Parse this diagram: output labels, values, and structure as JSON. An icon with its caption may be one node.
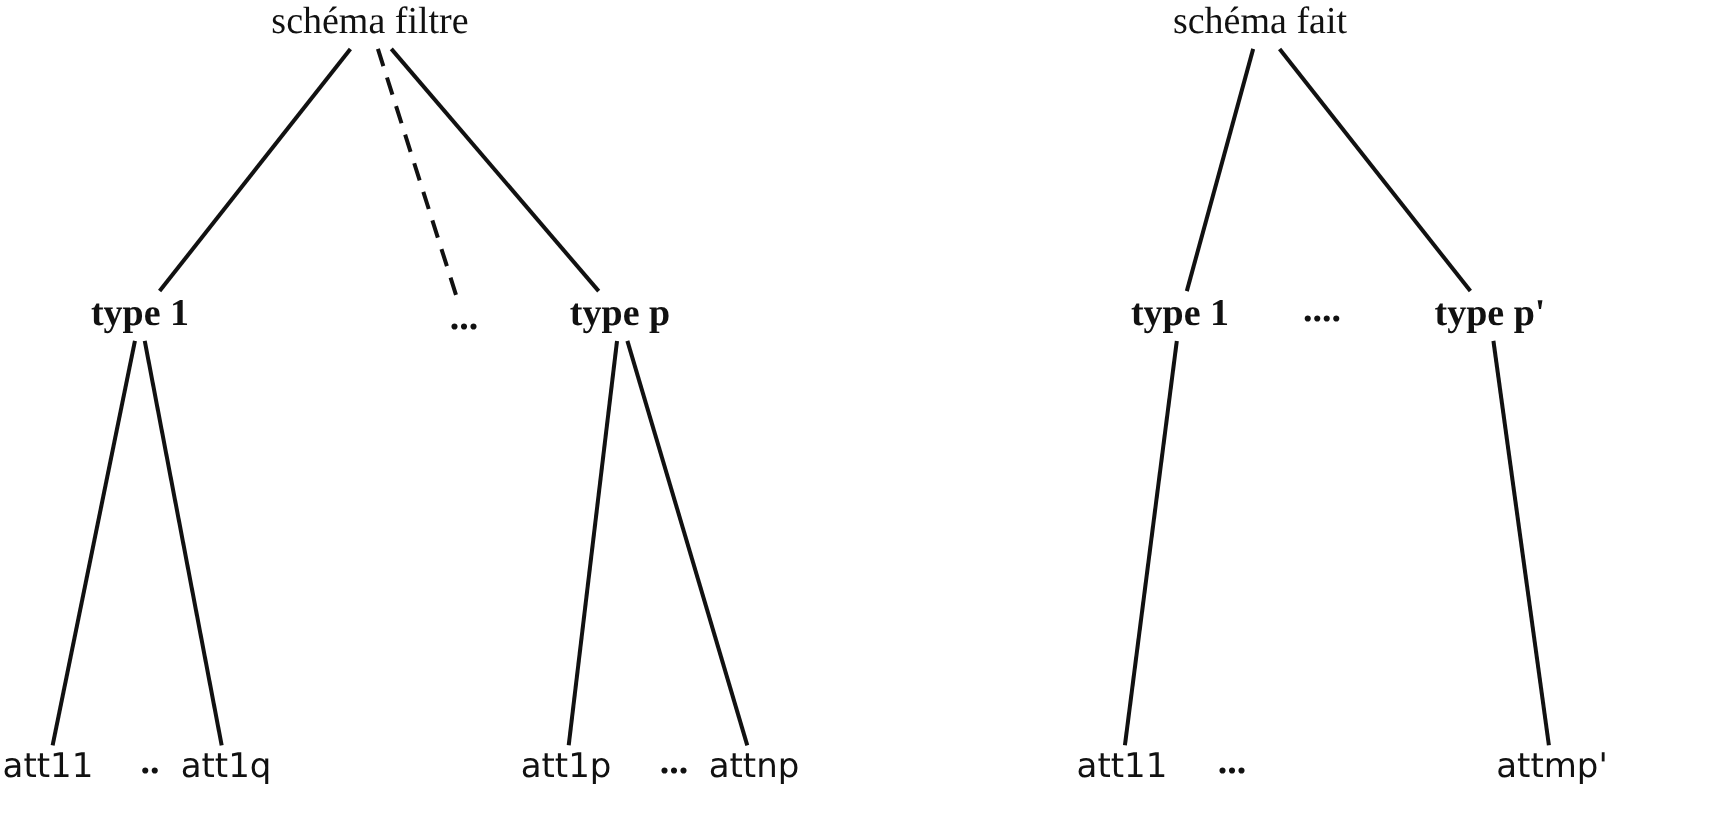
{
  "diagram": {
    "nodes": [
      {
        "text": [
          "schéma filtre"
        ]
      },
      {
        "text": [
          "type 1"
        ]
      },
      {
        "text": [
          "..."
        ]
      },
      {
        "text": [
          "type p"
        ]
      },
      {
        "text": [
          "att11"
        ]
      },
      {
        "text": [
          "att1q"
        ]
      },
      {
        "text": [
          "att1p"
        ]
      },
      {
        "text": [
          "attnp"
        ]
      },
      {
        "text": [
          "schéma fait"
        ]
      },
      {
        "text": [
          "type 1"
        ]
      },
      {
        "text": [
          "type p'"
        ]
      },
      {
        "text": [
          "att11"
        ]
      },
      {
        "text": [
          "attmp'"
        ]
      }
    ],
    "edges": [
      {
        "from": 0,
        "to": 1,
        "arrow": "none"
      },
      {
        "from": 0,
        "to": 2,
        "arrow": "none",
        "style": "dashed"
      },
      {
        "from": 0,
        "to": 3,
        "arrow": "none"
      },
      {
        "from": 1,
        "to": 4,
        "arrow": "none"
      },
      {
        "from": 1,
        "to": 5,
        "arrow": "none"
      },
      {
        "from": 3,
        "to": 6,
        "arrow": "none"
      },
      {
        "from": 3,
        "to": 7,
        "arrow": "none"
      },
      {
        "from": 8,
        "to": 9,
        "arrow": "none"
      },
      {
        "from": 8,
        "to": 10,
        "arrow": "none"
      },
      {
        "from": 9,
        "to": 11,
        "arrow": "none"
      },
      {
        "from": 10,
        "to": 12,
        "arrow": "none"
      }
    ],
    "labels": [
      "..",
      "...",
      "....",
      "..."
    ]
  }
}
